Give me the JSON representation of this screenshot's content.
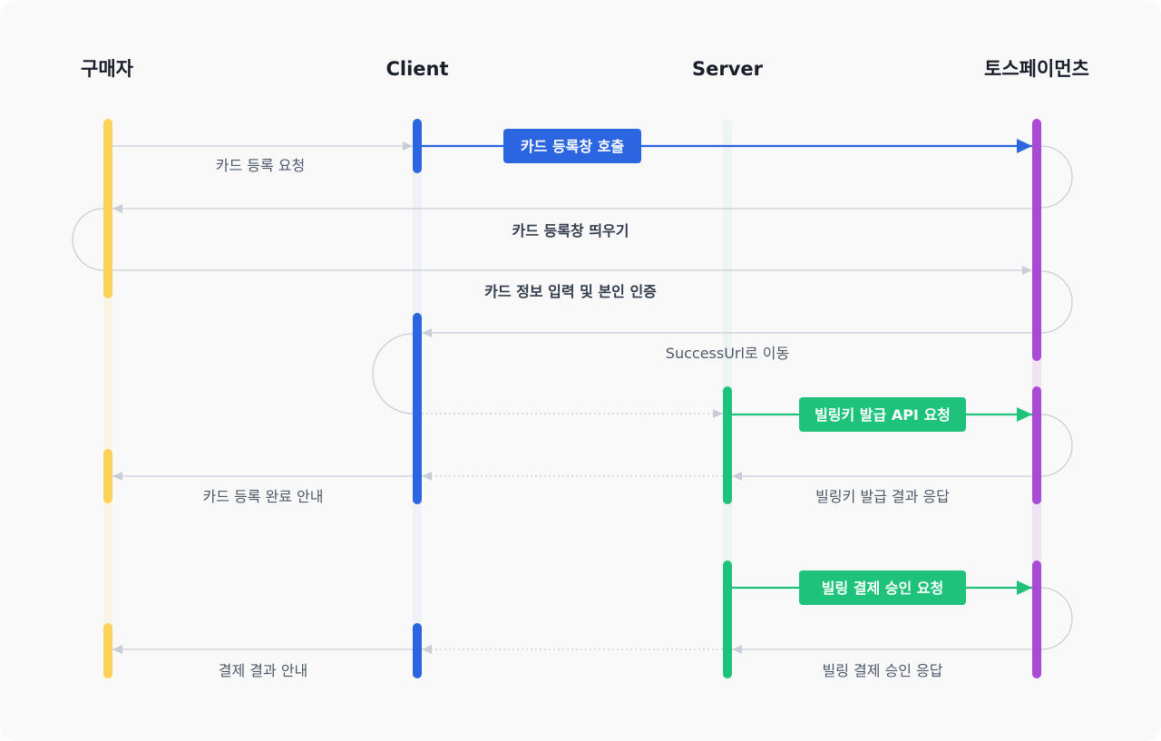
{
  "colors": {
    "buyer": "#ffd25c",
    "client": "#2b66e0",
    "server": "#1ec27a",
    "tosspayments": "#a94ad6",
    "arrow_gray": "#c9ced6",
    "text_dark": "#191f28",
    "text_muted": "#4e5968"
  },
  "actors": {
    "buyer": "구매자",
    "client": "Client",
    "server": "Server",
    "tosspayments": "토스페이먼츠"
  },
  "messages": {
    "card_reg_request": "카드 등록 요청",
    "card_reg_call": "카드 등록창 호출",
    "card_reg_show": "카드 등록창 띄우기",
    "card_info_auth": "카드 정보 입력 및 본인 인증",
    "success_url": "SuccessUrl로 이동",
    "billing_key_api": "빌링키 발급 API 요청",
    "billing_key_result": "빌링키 발급 결과 응답",
    "card_reg_done": "카드 등록 완료 안내",
    "billing_approve_request": "빌링 결제 승인 요청",
    "billing_approve_response": "빌링 결제 승인 응답",
    "payment_result": "결제 결과 안내"
  }
}
